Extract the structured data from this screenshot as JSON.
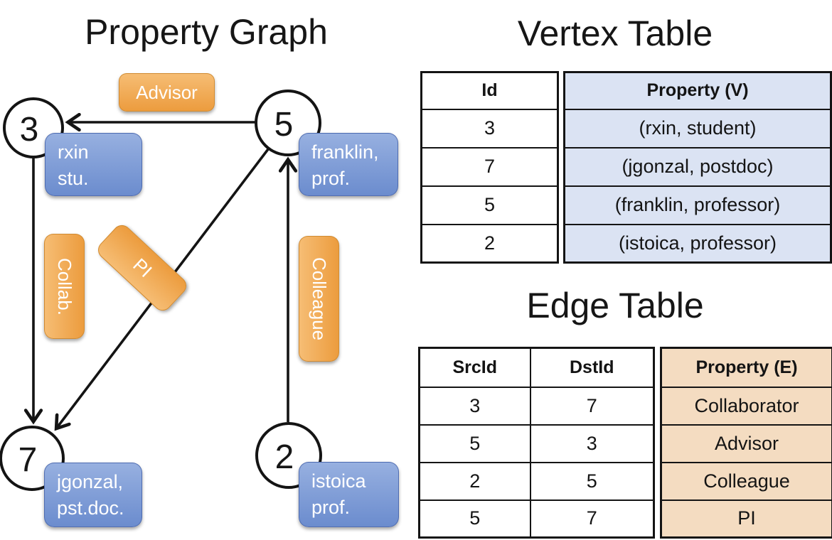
{
  "graph": {
    "title": "Property Graph",
    "nodes": [
      {
        "id": "3",
        "prop": {
          "l1": "rxin",
          "l2": "stu."
        }
      },
      {
        "id": "5",
        "prop": {
          "l1": "franklin,",
          "l2": "prof."
        }
      },
      {
        "id": "7",
        "prop": {
          "l1": "jgonzal,",
          "l2": "pst.doc."
        }
      },
      {
        "id": "2",
        "prop": {
          "l1": "istoica",
          "l2": "prof."
        }
      }
    ],
    "edge_labels": {
      "advisor": "Advisor",
      "collab": "Collab.",
      "pi": "PI",
      "colleague": "Colleague"
    }
  },
  "vertex_table": {
    "title": "Vertex Table",
    "columns": {
      "id": "Id",
      "property": "Property (V)"
    },
    "rows": [
      {
        "id": "3",
        "property": "(rxin, student)"
      },
      {
        "id": "7",
        "property": "(jgonzal, postdoc)"
      },
      {
        "id": "5",
        "property": "(franklin, professor)"
      },
      {
        "id": "2",
        "property": "(istoica, professor)"
      }
    ]
  },
  "edge_table": {
    "title": "Edge Table",
    "columns": {
      "src": "SrcId",
      "dst": "DstId",
      "property": "Property (E)"
    },
    "rows": [
      {
        "src": "3",
        "dst": "7",
        "property": "Collaborator"
      },
      {
        "src": "5",
        "dst": "3",
        "property": "Advisor"
      },
      {
        "src": "2",
        "dst": "5",
        "property": "Colleague"
      },
      {
        "src": "5",
        "dst": "7",
        "property": "PI"
      }
    ]
  },
  "colors": {
    "edge_accent": "#EFA348",
    "vertex_accent": "#7E9CD7",
    "vertex_cell_bg": "#DBE3F3",
    "edge_cell_bg": "#F4DCC1",
    "line": "#141414"
  }
}
